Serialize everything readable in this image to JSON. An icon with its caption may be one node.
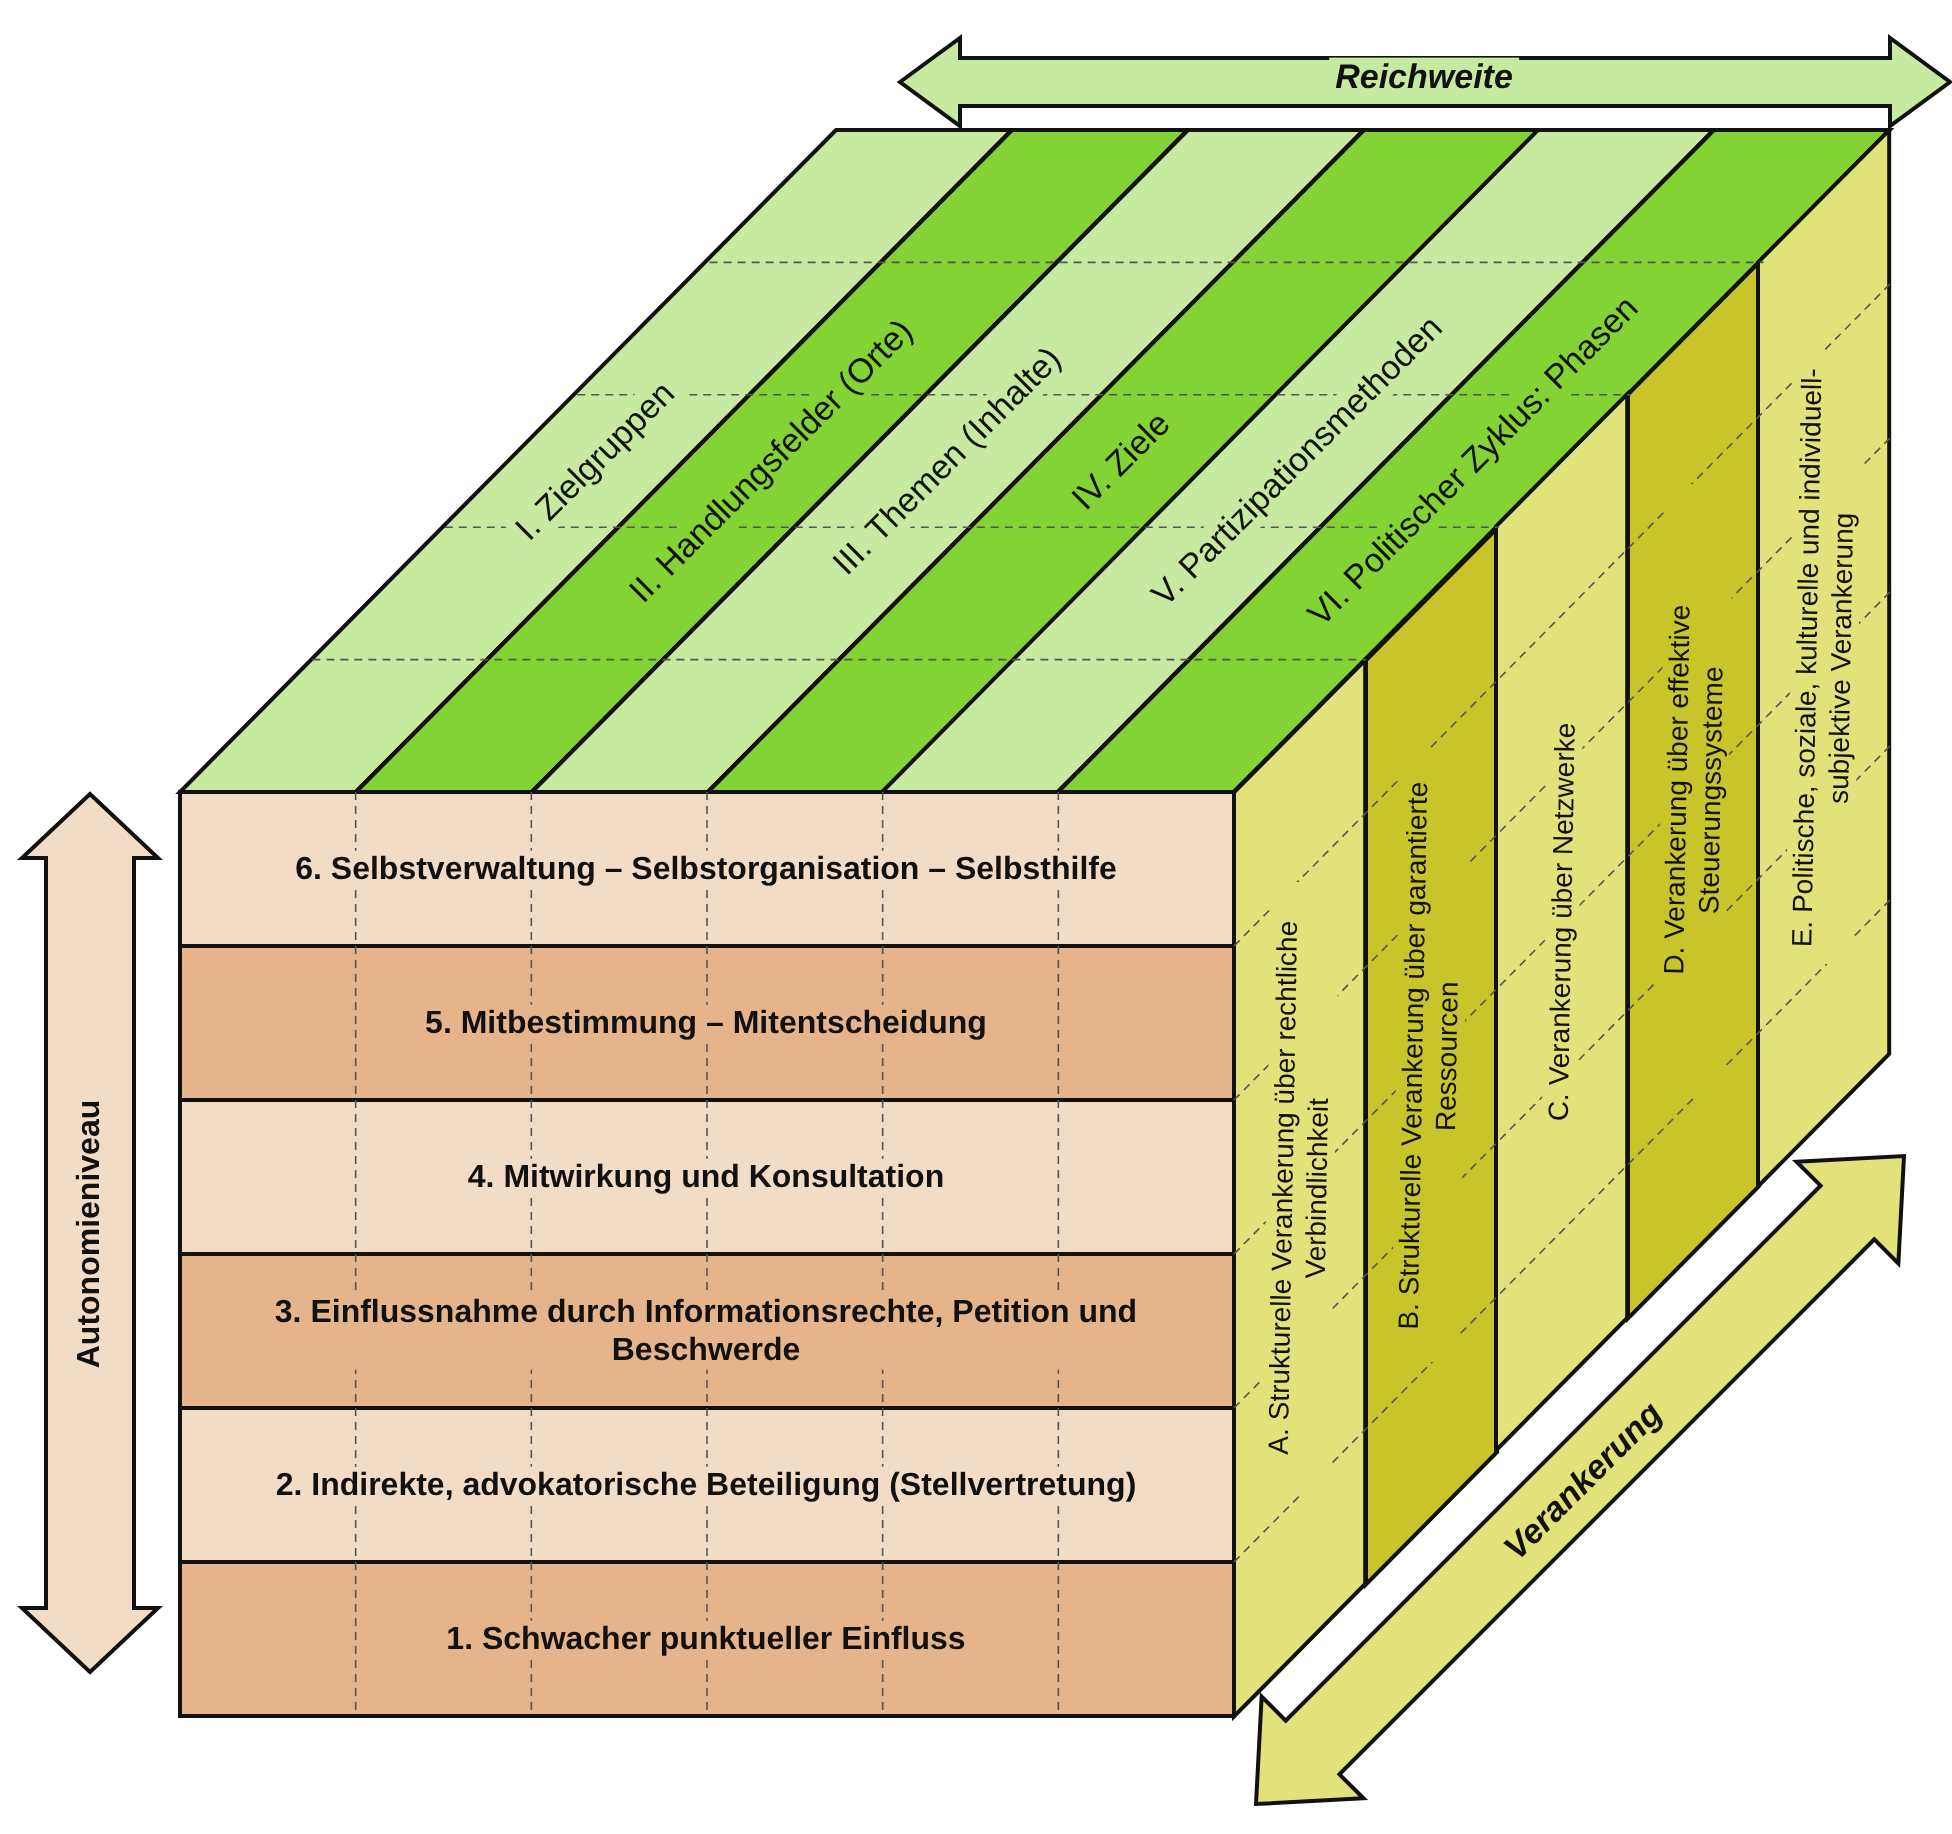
{
  "diagram": {
    "nodes": [
      {
        "text": [
          "Reichweite"
        ]
      },
      {
        "text": [
          "I. Zielgruppen"
        ]
      },
      {
        "text": [
          "II. Handlungsfelder (Orte)"
        ]
      },
      {
        "text": [
          "III. Themen (Inhalte)"
        ]
      },
      {
        "text": [
          "IV. Ziele"
        ]
      },
      {
        "text": [
          "V. Partizipationsmethoden"
        ]
      },
      {
        "text": [
          "VI. Politischer Zyklus: Phasen"
        ]
      },
      {
        "text": [
          "Autonomieniveau"
        ]
      },
      {
        "text": [
          "6. Selbstverwaltung – Selbstorganisation – Selbsthilfe"
        ]
      },
      {
        "text": [
          "5. Mitbestimmung – Mitentscheidung"
        ]
      },
      {
        "text": [
          "4. Mitwirkung und Konsultation"
        ]
      },
      {
        "text": [
          "3. Einflussnahme durch Informationsrechte, Petition und Beschwerde"
        ]
      },
      {
        "text": [
          "2. Indirekte, advokatorische Beteiligung (Stellvertretung)"
        ]
      },
      {
        "text": [
          "1. Schwacher punktueller Einfluss"
        ]
      },
      {
        "text": [
          "A. Strukturelle Verankerung über rechtliche Verbindlichkeit"
        ]
      },
      {
        "text": [
          "B. Strukturelle Verankerung über garantierte Ressourcen"
        ]
      },
      {
        "text": [
          "C. Verankerung über Netzwerke"
        ]
      },
      {
        "text": [
          "D. Verankerung über effektive Steuerungssysteme"
        ]
      },
      {
        "text": [
          "E. Politische, soziale, kulturelle und individuell-subjektive Verankerung"
        ]
      },
      {
        "text": [
          "Verankerung"
        ]
      }
    ]
  }
}
